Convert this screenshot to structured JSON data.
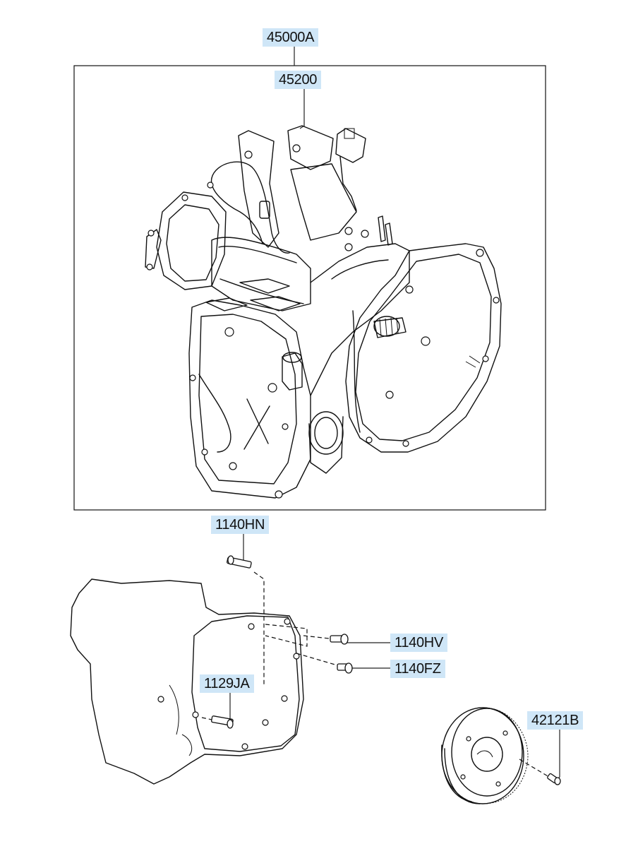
{
  "parts": {
    "assembly": "45000A",
    "transaxle": "45200",
    "bolt_top": "1140HN",
    "bolt_mid": "1140HV",
    "bolt_low": "1140FZ",
    "bolt_side": "1129JA",
    "flywheel_bolt": "42121B"
  },
  "colors": {
    "label_bg": "#cfe6f7",
    "line": "#111111"
  }
}
